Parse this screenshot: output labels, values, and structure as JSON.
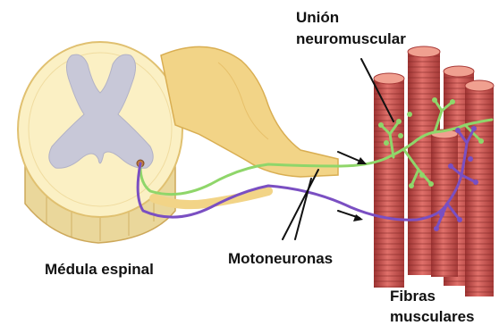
{
  "labels": {
    "nmj_line1": "Unión",
    "nmj_line2": "neuromuscular",
    "spinal_cord": "Médula espinal",
    "motor_neurons": "Motoneuronas",
    "fibers_line1": "Fibras",
    "fibers_line2": "musculares"
  },
  "colors": {
    "cord_fill": "#fbf0c4",
    "cord_outline": "#e6c878",
    "gray_matter": "#c8c8d8",
    "nerve": "#f2d487",
    "green_neuron": "#8fd66a",
    "purple_neuron": "#7a4fc2",
    "muscle": "#d8605a",
    "muscle_dark": "#a83a38",
    "muscle_top": "#f0a090",
    "pointer": "#111111"
  }
}
